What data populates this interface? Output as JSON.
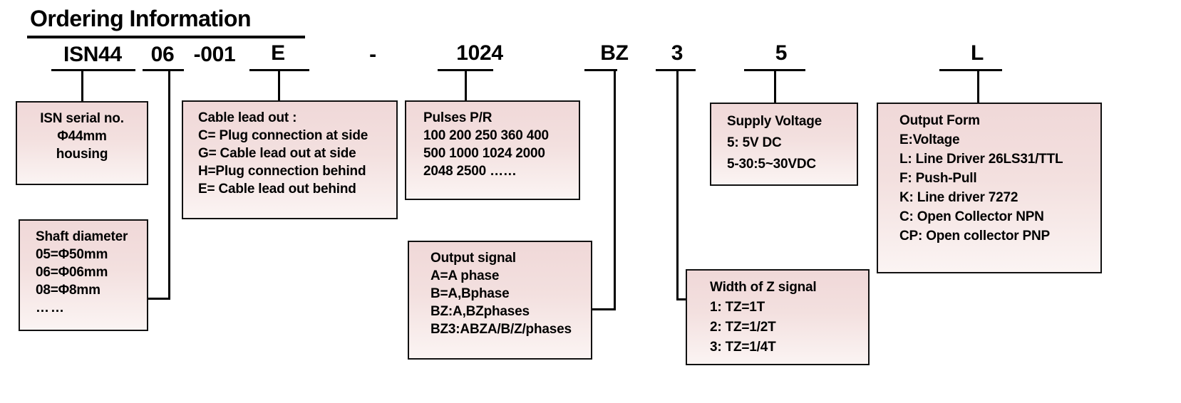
{
  "header": {
    "title": "Ordering Information"
  },
  "code_tokens": [
    {
      "id": "series",
      "text": "ISN44"
    },
    {
      "id": "shaft",
      "text": "06"
    },
    {
      "id": "suffix",
      "text": "-001"
    },
    {
      "id": "cable",
      "text": "E"
    },
    {
      "id": "dash",
      "text": "-"
    },
    {
      "id": "pulses",
      "text": "1024"
    },
    {
      "id": "output-signal",
      "text": "BZ"
    },
    {
      "id": "z-width",
      "text": "3"
    },
    {
      "id": "voltage",
      "text": "5"
    },
    {
      "id": "output-form",
      "text": "L"
    }
  ],
  "boxes": {
    "series": {
      "lines": [
        "ISN serial no.",
        "Φ44mm",
        "housing"
      ]
    },
    "shaft": {
      "lines": [
        "Shaft diameter",
        "05=Φ50mm",
        "06=Φ06mm",
        "08=Φ8mm",
        "……"
      ]
    },
    "cable": {
      "lines": [
        "Cable lead out :",
        "C= Plug connection at side",
        "G= Cable lead out at side",
        "H=Plug connection behind",
        "E= Cable lead out behind"
      ]
    },
    "pulses": {
      "lines": [
        "Pulses P/R",
        "100 200 250 360 400",
        "500 1000 1024 2000",
        "2048 2500 ……"
      ]
    },
    "output_signal": {
      "lines": [
        "Output signal",
        "A=A phase",
        "B=A,Bphase",
        "BZ:A,BZphases",
        "BZ3:ABZA/B/Z/phases"
      ]
    },
    "voltage": {
      "lines": [
        "Supply Voltage",
        "5: 5V DC",
        "5-30:5~30VDC"
      ]
    },
    "z_width": {
      "lines": [
        "Width of Z signal",
        "1: TZ=1T",
        "2: TZ=1/2T",
        "3: TZ=1/4T"
      ]
    },
    "output_form": {
      "lines": [
        "Output Form",
        "E:Voltage",
        "L: Line Driver 26LS31/TTL",
        "F: Push-Pull",
        "K:   Line driver 7272",
        "C: Open Collector NPN",
        "CP: Open collector PNP"
      ]
    }
  },
  "colors": {
    "box_fill_top": "#f0d8d8",
    "box_fill_bottom": "#fbf4f3",
    "line": "#111111",
    "text": "#000000",
    "background": "#ffffff"
  }
}
